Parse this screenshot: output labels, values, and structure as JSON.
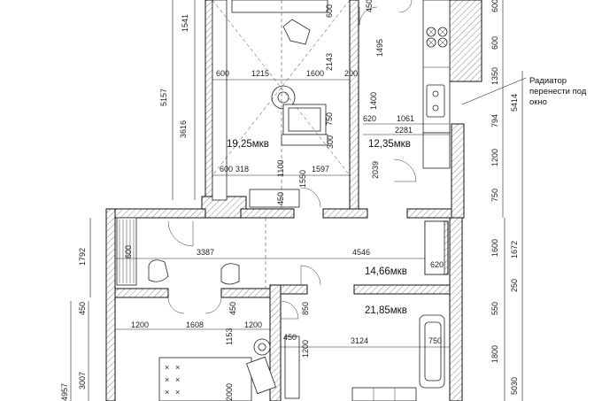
{
  "plan": {
    "areas": [
      "19,25мкв",
      "12,35мкв",
      "14,66мкв",
      "21,85мкв"
    ],
    "note": [
      "Радиатор",
      "перенести под",
      "окно"
    ],
    "dims_top_room": [
      "1541",
      "600",
      "600",
      "1215",
      "1600",
      "200",
      "2143",
      "750",
      "300",
      "318",
      "1100",
      "1597",
      "1550",
      "450",
      "3616",
      "5157"
    ],
    "dims_kitchen": [
      "450",
      "1495",
      "1400",
      "620",
      "1061",
      "2281",
      "2039",
      "600",
      "1350",
      "5414",
      "794",
      "1200",
      "750"
    ],
    "dims_hall": [
      "1792",
      "600",
      "3387",
      "4546",
      "620",
      "1600",
      "1672",
      "250"
    ],
    "dims_bottom": [
      "450",
      "1200",
      "1608",
      "1153",
      "1200",
      "850",
      "450",
      "1200",
      "3124",
      "750",
      "550",
      "1800",
      "5030",
      "3007",
      "4957",
      "2000"
    ]
  }
}
